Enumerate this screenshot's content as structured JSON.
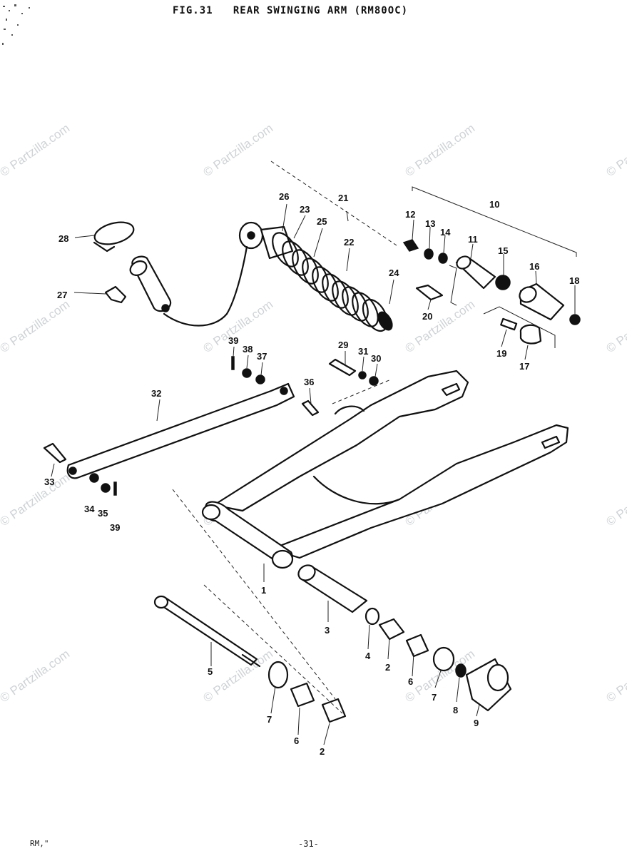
{
  "header": {
    "title": "FIG.31   REAR SWINGING ARM (RM80OC)"
  },
  "footer": {
    "model_code": "RM,\"",
    "page_number": "-31-"
  },
  "watermark": {
    "text": "© Partzilla.com"
  },
  "callouts": {
    "c1": "1",
    "c2": "2",
    "c2b": "2",
    "c3": "3",
    "c4": "4",
    "c5": "5",
    "c6": "6",
    "c6b": "6",
    "c7": "7",
    "c7b": "7",
    "c8": "8",
    "c9": "9",
    "c10": "10",
    "c11": "11",
    "c12": "12",
    "c13": "13",
    "c14": "14",
    "c15": "15",
    "c16": "16",
    "c17": "17",
    "c18": "18",
    "c19": "19",
    "c20": "20",
    "c21": "21",
    "c22": "22",
    "c23": "23",
    "c24": "24",
    "c25": "25",
    "c26": "26",
    "c27": "27",
    "c28": "28",
    "c29": "29",
    "c30": "30",
    "c31": "31",
    "c32": "32",
    "c33": "33",
    "c34": "34",
    "c35": "35",
    "c36": "36",
    "c37": "37",
    "c38": "38",
    "c39": "39",
    "c39b": "39"
  }
}
